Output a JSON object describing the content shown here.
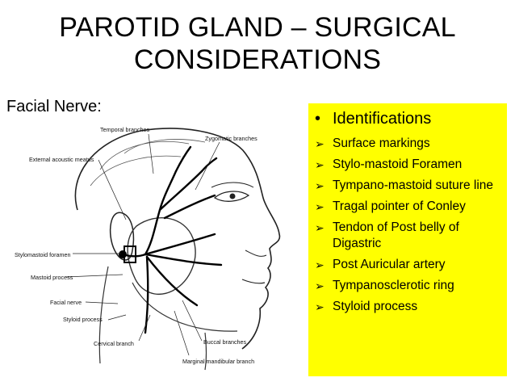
{
  "slide": {
    "title_line1": "PAROTID GLAND – SURGICAL",
    "title_line2": "CONSIDERATIONS",
    "subtitle": "Facial Nerve:"
  },
  "figure": {
    "labels": {
      "temporal": "Temporal branches",
      "zygomatic": "Zygomatic branches",
      "external_meatus": "External acoustic meatus",
      "stylomastoid": "Stylomastoid foramen",
      "mastoid": "Mastoid process",
      "facial_nerve": "Facial nerve",
      "styloid": "Styloid process",
      "cervical": "Cervical branch",
      "buccal": "Buccal branches",
      "marginal": "Marginal mandibular branch"
    }
  },
  "panel": {
    "background": "#ffff00",
    "heading_bullet": "•",
    "heading": "Identifications",
    "arrow": "➢",
    "items": [
      "Surface markings",
      "Stylo-mastoid Foramen",
      "Tympano-mastoid suture line",
      "Tragal pointer of Conley",
      "Tendon of Post belly of Digastric",
      "Post Auricular artery",
      "Tympanosclerotic ring",
      "Styloid process"
    ]
  }
}
